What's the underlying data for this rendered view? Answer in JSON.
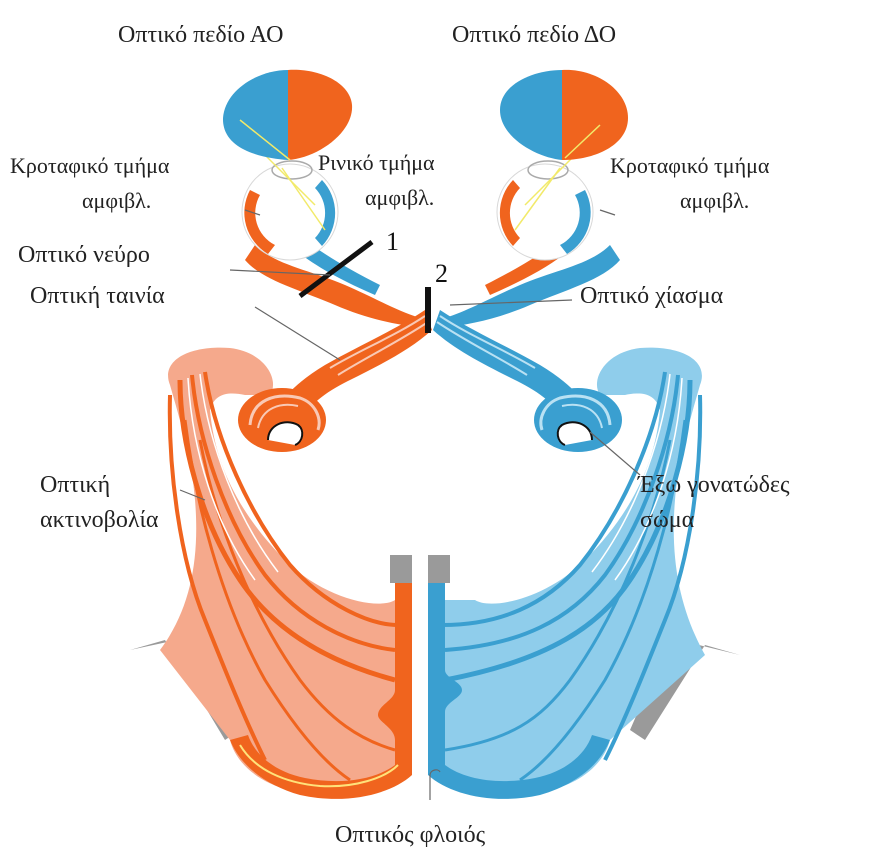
{
  "labels": {
    "visual_field_left": "Οπτικό πεδίο ΑΟ",
    "visual_field_right": "Οπτικό πεδίο ΔΟ",
    "temporal_retina_left_1": "Κροταφικό τμήμα",
    "temporal_retina_left_2": "αμφιβλ.",
    "nasal_retina_1": "Ρινικό τμήμα",
    "nasal_retina_2": "αμφιβλ.",
    "temporal_retina_right_1": "Κροταφικό τμήμα",
    "temporal_retina_right_2": "αμφιβλ.",
    "optic_nerve": "Οπτικό νεύρο",
    "optic_tract": "Οπτική ταινία",
    "optic_chiasm": "Οπτικό χίασμα",
    "optic_radiation_1": "Οπτική",
    "optic_radiation_2": "ακτινοβολία",
    "lgn_1": "Έξω γονατώδες",
    "lgn_2": "σώμα",
    "visual_cortex": "Οπτικός φλοιός",
    "lesion_1": "1",
    "lesion_2": "2"
  },
  "colors": {
    "orange": "#f0641e",
    "orange_light": "#f5a98c",
    "orange_pale": "#f9c9b5",
    "blue": "#3a9fd0",
    "blue_light": "#8fcdeb",
    "blue_pale": "#b9e1f3",
    "gray": "#9a9a9a",
    "white": "#ffffff",
    "yellow": "#f2ea6a"
  }
}
